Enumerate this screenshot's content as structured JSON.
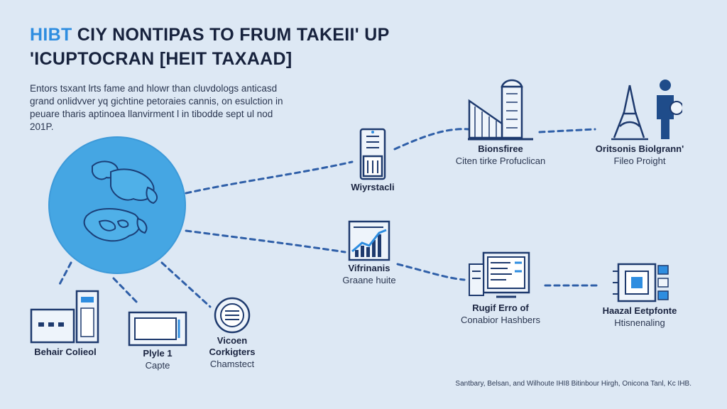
{
  "title": {
    "accent": "HIBT",
    "line1_rest": "CIY NONTIPAS TO FRUM TAKEII' UP",
    "line2": "'ICUPTOCRAN [HEIT TAXAAD]"
  },
  "intro": "Entors tsxant lrts fame and hlowr than cluvdologs anticasd grand onlidvver yq gichtine petoraies cannis, on esulction in peuare tharis aptinoea llanvirment l in tibodde sept ul nod 201P.",
  "hub": {
    "icon": "world-map-globe-icon"
  },
  "nodes": {
    "wiyrstacli": {
      "label": "Wiyrstacli",
      "icon": "server-tower-icon"
    },
    "bionsfiree": {
      "label": "Bionsfiree",
      "sublabel": "Citen tirke Profuclican",
      "icon": "bridge-building-icon"
    },
    "oritsonis": {
      "label": "Oritsonis Biolgrann'",
      "sublabel": "Fileo Proight",
      "icon": "eiffel-tower-person-icon"
    },
    "vifrinanis": {
      "label": "Vifrinanis",
      "sublabel": "Graane huite",
      "icon": "growth-chart-icon"
    },
    "rugif": {
      "label": "Rugif Erro of",
      "sublabel": "Conabior Hashbers",
      "icon": "data-monitor-icon"
    },
    "haazal": {
      "label": "Haazal Eetpfonte",
      "sublabel": "Htisnenaling",
      "icon": "circuit-chip-icon"
    },
    "behair": {
      "label": "Behair Colieol",
      "icon": "computer-hardware-icon"
    },
    "plyle": {
      "label": "Plyle 1",
      "sublabel": "Capte",
      "icon": "laptop-device-icon"
    },
    "vicoen": {
      "label": "Vicoen Corkigters",
      "sublabel": "Chamstect",
      "icon": "coin-chip-icon"
    }
  },
  "footer": "Santbary, Belsan, and Wilhoute IHI8 Bitinbour Hirgh, Onicona Tanl, Kc IHB."
}
